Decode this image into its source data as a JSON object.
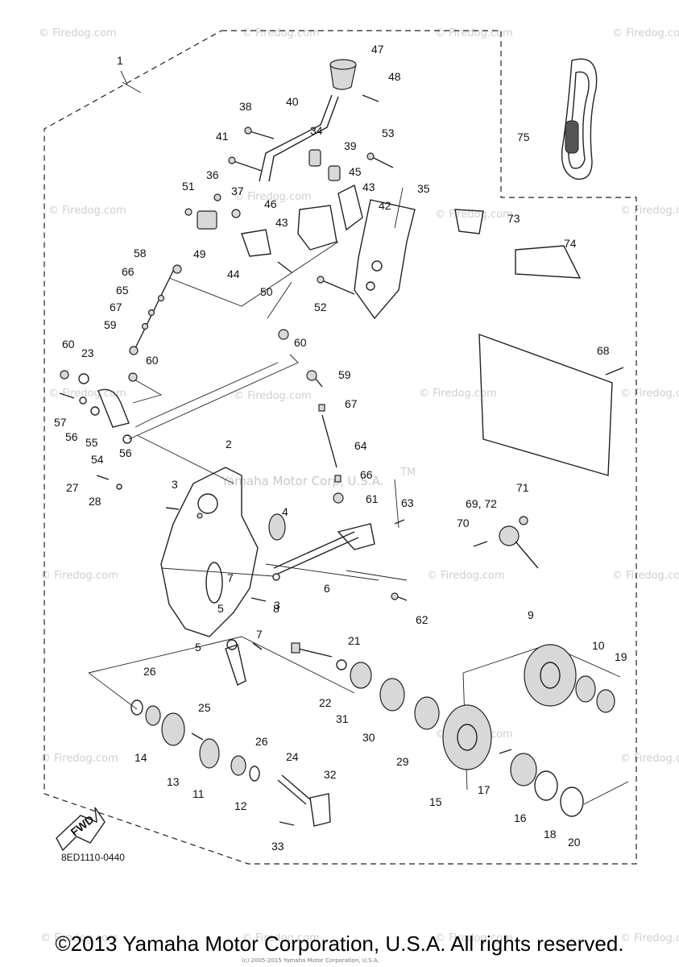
{
  "diagram": {
    "watermark": "© Firedog.com",
    "center_watermark": "Yamaha Motor Corp, U.S.A.",
    "tm_mark": "TM",
    "drawing_code": "8ED1110-0440",
    "fwd_label": "FWD",
    "copyright": "©2013 Yamaha Motor Corporation, U.S.A. All rights reserved.",
    "small_copyright": "(c) 2005-2015 Yamaha Motor Corporation, U.S.A.",
    "part_labels": [
      {
        "id": "1",
        "text": "1"
      },
      {
        "id": "2",
        "text": "2"
      },
      {
        "id": "3a",
        "text": "3"
      },
      {
        "id": "3b",
        "text": "3"
      },
      {
        "id": "4",
        "text": "4"
      },
      {
        "id": "5a",
        "text": "5"
      },
      {
        "id": "5b",
        "text": "5"
      },
      {
        "id": "6",
        "text": "6"
      },
      {
        "id": "7a",
        "text": "7"
      },
      {
        "id": "7b",
        "text": "7"
      },
      {
        "id": "8",
        "text": "8"
      },
      {
        "id": "9",
        "text": "9"
      },
      {
        "id": "10",
        "text": "10"
      },
      {
        "id": "11",
        "text": "11"
      },
      {
        "id": "12",
        "text": "12"
      },
      {
        "id": "13",
        "text": "13"
      },
      {
        "id": "14",
        "text": "14"
      },
      {
        "id": "15",
        "text": "15"
      },
      {
        "id": "16",
        "text": "16"
      },
      {
        "id": "17",
        "text": "17"
      },
      {
        "id": "18",
        "text": "18"
      },
      {
        "id": "19",
        "text": "19"
      },
      {
        "id": "20",
        "text": "20"
      },
      {
        "id": "21",
        "text": "21"
      },
      {
        "id": "22",
        "text": "22"
      },
      {
        "id": "23",
        "text": "23"
      },
      {
        "id": "24",
        "text": "24"
      },
      {
        "id": "25",
        "text": "25"
      },
      {
        "id": "26a",
        "text": "26"
      },
      {
        "id": "26b",
        "text": "26"
      },
      {
        "id": "27",
        "text": "27"
      },
      {
        "id": "28",
        "text": "28"
      },
      {
        "id": "29",
        "text": "29"
      },
      {
        "id": "30",
        "text": "30"
      },
      {
        "id": "31",
        "text": "31"
      },
      {
        "id": "32",
        "text": "32"
      },
      {
        "id": "33",
        "text": "33"
      },
      {
        "id": "34",
        "text": "34"
      },
      {
        "id": "35",
        "text": "35"
      },
      {
        "id": "36",
        "text": "36"
      },
      {
        "id": "37",
        "text": "37"
      },
      {
        "id": "38",
        "text": "38"
      },
      {
        "id": "39",
        "text": "39"
      },
      {
        "id": "40",
        "text": "40"
      },
      {
        "id": "41",
        "text": "41"
      },
      {
        "id": "42",
        "text": "42"
      },
      {
        "id": "43a",
        "text": "43"
      },
      {
        "id": "43b",
        "text": "43"
      },
      {
        "id": "44",
        "text": "44"
      },
      {
        "id": "45",
        "text": "45"
      },
      {
        "id": "46",
        "text": "46"
      },
      {
        "id": "47",
        "text": "47"
      },
      {
        "id": "48",
        "text": "48"
      },
      {
        "id": "49",
        "text": "49"
      },
      {
        "id": "50",
        "text": "50"
      },
      {
        "id": "51",
        "text": "51"
      },
      {
        "id": "52",
        "text": "52"
      },
      {
        "id": "53",
        "text": "53"
      },
      {
        "id": "54",
        "text": "54"
      },
      {
        "id": "55",
        "text": "55"
      },
      {
        "id": "56a",
        "text": "56"
      },
      {
        "id": "56b",
        "text": "56"
      },
      {
        "id": "57",
        "text": "57"
      },
      {
        "id": "58",
        "text": "58"
      },
      {
        "id": "59a",
        "text": "59"
      },
      {
        "id": "59b",
        "text": "59"
      },
      {
        "id": "60a",
        "text": "60"
      },
      {
        "id": "60b",
        "text": "60"
      },
      {
        "id": "60c",
        "text": "60"
      },
      {
        "id": "61",
        "text": "61"
      },
      {
        "id": "62",
        "text": "62"
      },
      {
        "id": "63",
        "text": "63"
      },
      {
        "id": "64",
        "text": "64"
      },
      {
        "id": "65",
        "text": "65"
      },
      {
        "id": "66a",
        "text": "66"
      },
      {
        "id": "66b",
        "text": "66"
      },
      {
        "id": "67a",
        "text": "67"
      },
      {
        "id": "67b",
        "text": "67"
      },
      {
        "id": "68",
        "text": "68"
      },
      {
        "id": "6972",
        "text": "69, 72"
      },
      {
        "id": "70",
        "text": "70"
      },
      {
        "id": "71",
        "text": "71"
      },
      {
        "id": "73",
        "text": "73"
      },
      {
        "id": "74",
        "text": "74"
      },
      {
        "id": "75",
        "text": "75"
      }
    ]
  }
}
